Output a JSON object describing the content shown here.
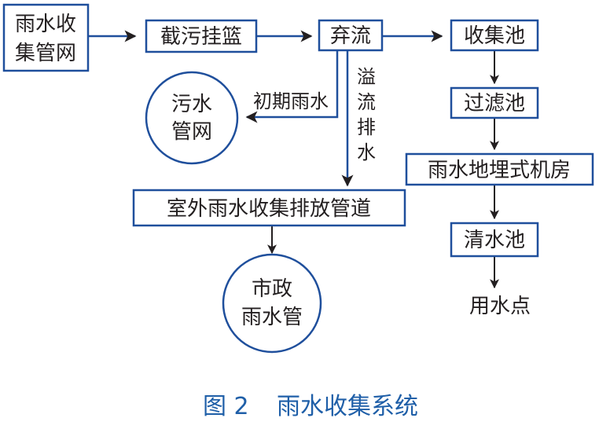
{
  "colors": {
    "line_blue": "#1f4f9c",
    "line_black": "#231f20",
    "text": "#231f20",
    "caption": "#1f5fa8"
  },
  "nodes": {
    "collect_network_line1": "雨水收",
    "collect_network_line2": "集管网",
    "interception_basket": "截污挂篮",
    "discard_flow": "弃流",
    "collection_tank": "收集池",
    "filter_tank": "过滤池",
    "machine_room": "雨水地埋式机房",
    "clean_tank": "清水池",
    "use_point": "用水点",
    "sewage_network_line1": "污水",
    "sewage_network_line2": "管网",
    "outdoor_pipe": "室外雨水收集排放管道",
    "municipal_pipe_line1": "市政",
    "municipal_pipe_line2": "雨水管"
  },
  "edge_labels": {
    "initial_rain": "初期雨水",
    "overflow_chars": [
      "溢",
      "流",
      "排",
      "水"
    ]
  },
  "caption": {
    "figure_no": "图 2",
    "title": "雨水收集系统"
  }
}
